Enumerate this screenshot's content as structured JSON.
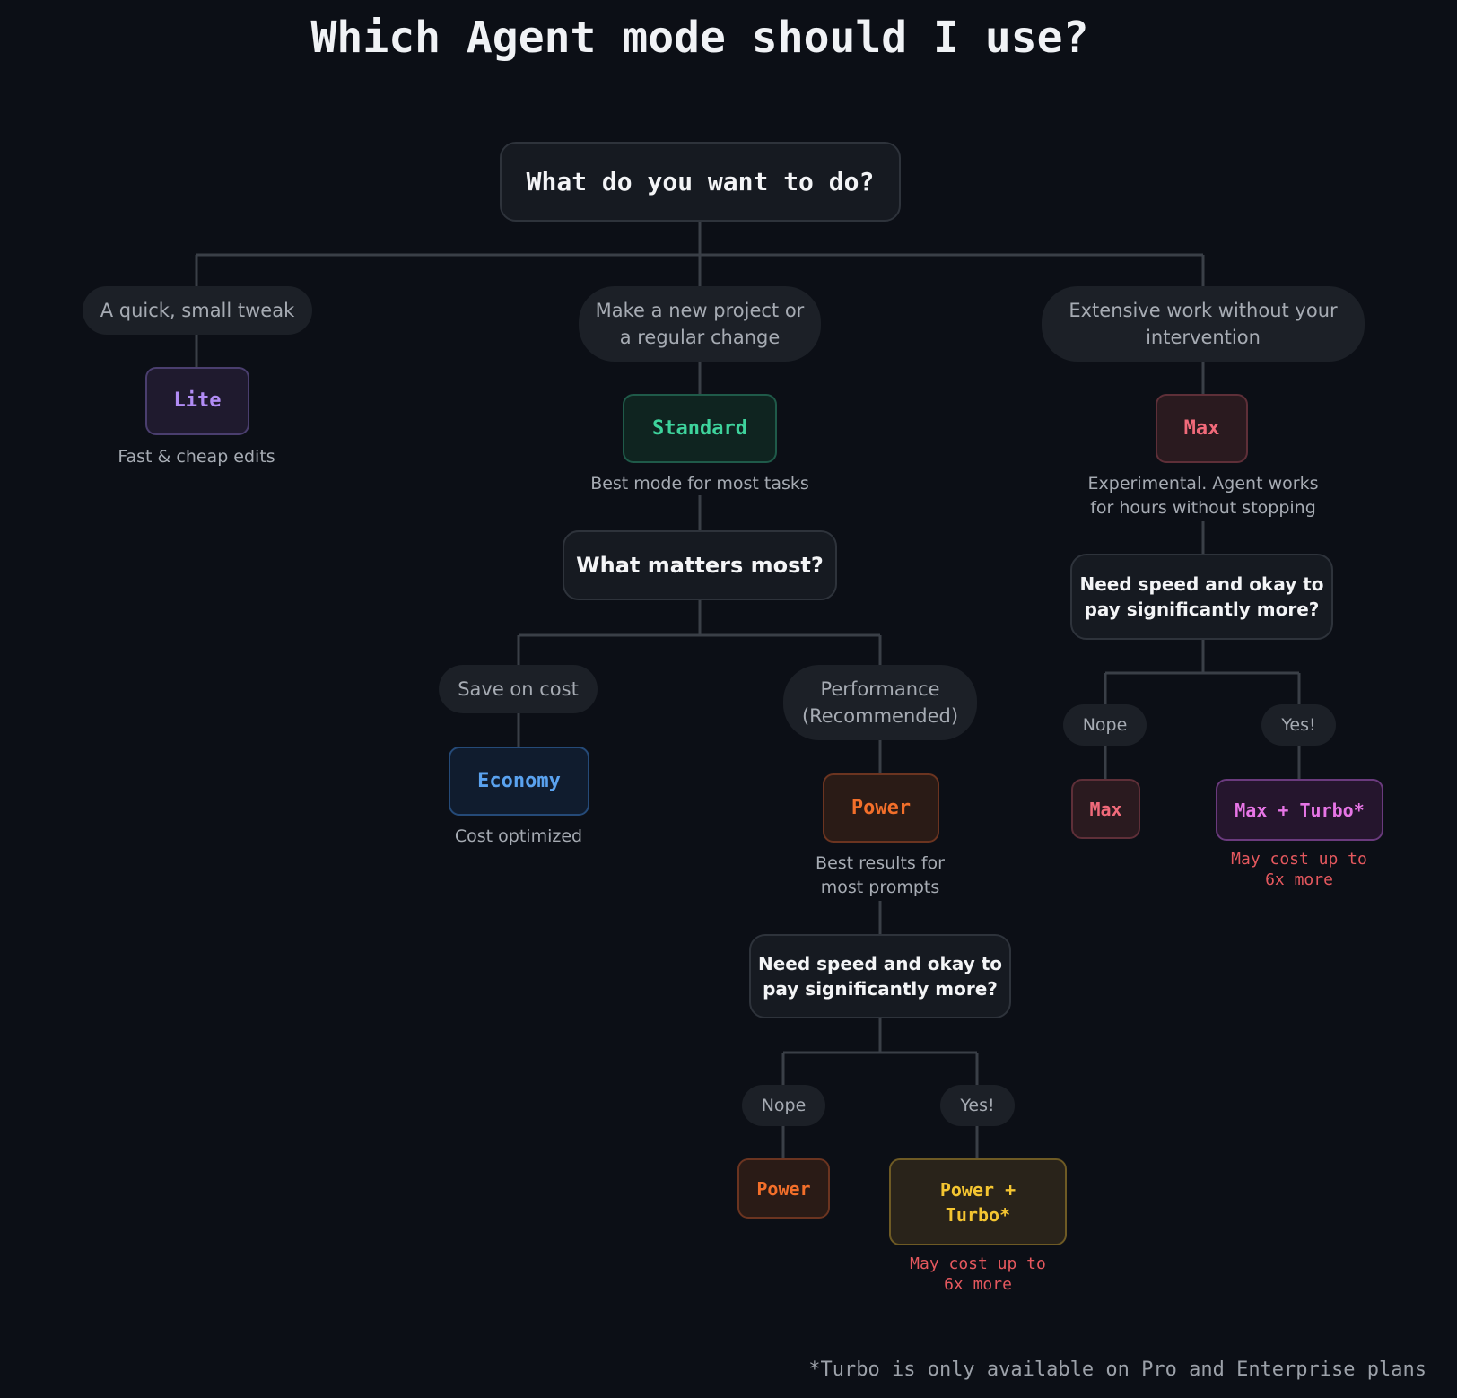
{
  "title": "Which Agent mode should I use?",
  "root_question": "What do you want to do?",
  "branches": {
    "quick": {
      "option": "A quick, small tweak",
      "mode": "Lite",
      "desc": "Fast & cheap edits"
    },
    "regular": {
      "option_line1": "Make a new project or",
      "option_line2": "a regular change",
      "mode": "Standard",
      "desc": "Best mode for most tasks",
      "question": "What matters most?",
      "cost": {
        "option": "Save on cost",
        "mode": "Economy",
        "desc": "Cost optimized"
      },
      "performance": {
        "option_line1": "Performance",
        "option_line2": "(Recommended)",
        "mode": "Power",
        "desc_line1": "Best results for",
        "desc_line2": "most prompts",
        "question_line1": "Need speed and okay to",
        "question_line2": "pay significantly more?",
        "no": {
          "label": "Nope",
          "mode": "Power"
        },
        "yes": {
          "label": "Yes!",
          "mode_line1": "Power +",
          "mode_line2": "Turbo*",
          "warn_line1": "May cost up to",
          "warn_line2": "6x more"
        }
      }
    },
    "extensive": {
      "option_line1": "Extensive work without your",
      "option_line2": "intervention",
      "mode": "Max",
      "desc_line1": "Experimental. Agent works",
      "desc_line2": "for hours without stopping",
      "question_line1": "Need speed and okay to",
      "question_line2": "pay significantly more?",
      "no": {
        "label": "Nope",
        "mode": "Max"
      },
      "yes": {
        "label": "Yes!",
        "mode": "Max + Turbo*",
        "warn_line1": "May cost up to",
        "warn_line2": "6x more"
      }
    }
  },
  "footnote": "*Turbo is only available on Pro and Enterprise plans",
  "colors": {
    "background": "#0c0f16",
    "lite": "#b18cf5",
    "standard": "#3ed39c",
    "max": "#f06a7a",
    "economy": "#5aa2ef",
    "power": "#f36f2a",
    "max_turbo": "#e775e6",
    "power_turbo": "#f4c531",
    "warning": "#e5585e"
  }
}
